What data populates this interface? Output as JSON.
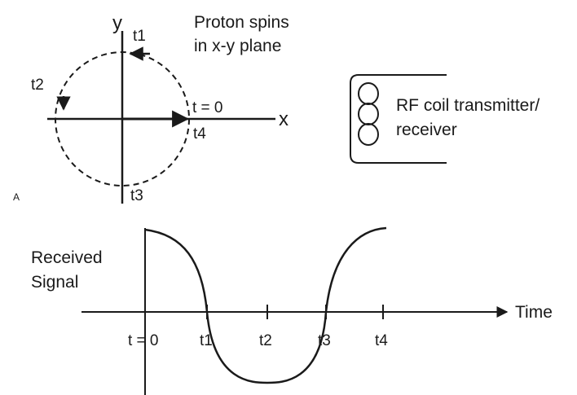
{
  "panel_a": {
    "panel_letter": "A",
    "axis_x": "x",
    "axis_y": "y",
    "caption_line1": "Proton spins",
    "caption_line2": "in x-y plane",
    "t0": "t = 0",
    "t1": "t1",
    "t2": "t2",
    "t3": "t3",
    "t4": "t4",
    "coil_line1": "RF coil transmitter/",
    "coil_line2": "receiver"
  },
  "panel_b": {
    "ylabel_line1": "Received",
    "ylabel_line2": "Signal",
    "xlabel": "Time",
    "ticks": [
      "t = 0",
      "t1",
      "t2",
      "t3",
      "t4"
    ]
  },
  "colors": {
    "ink": "#1a1a1a",
    "background": "#ffffff"
  }
}
